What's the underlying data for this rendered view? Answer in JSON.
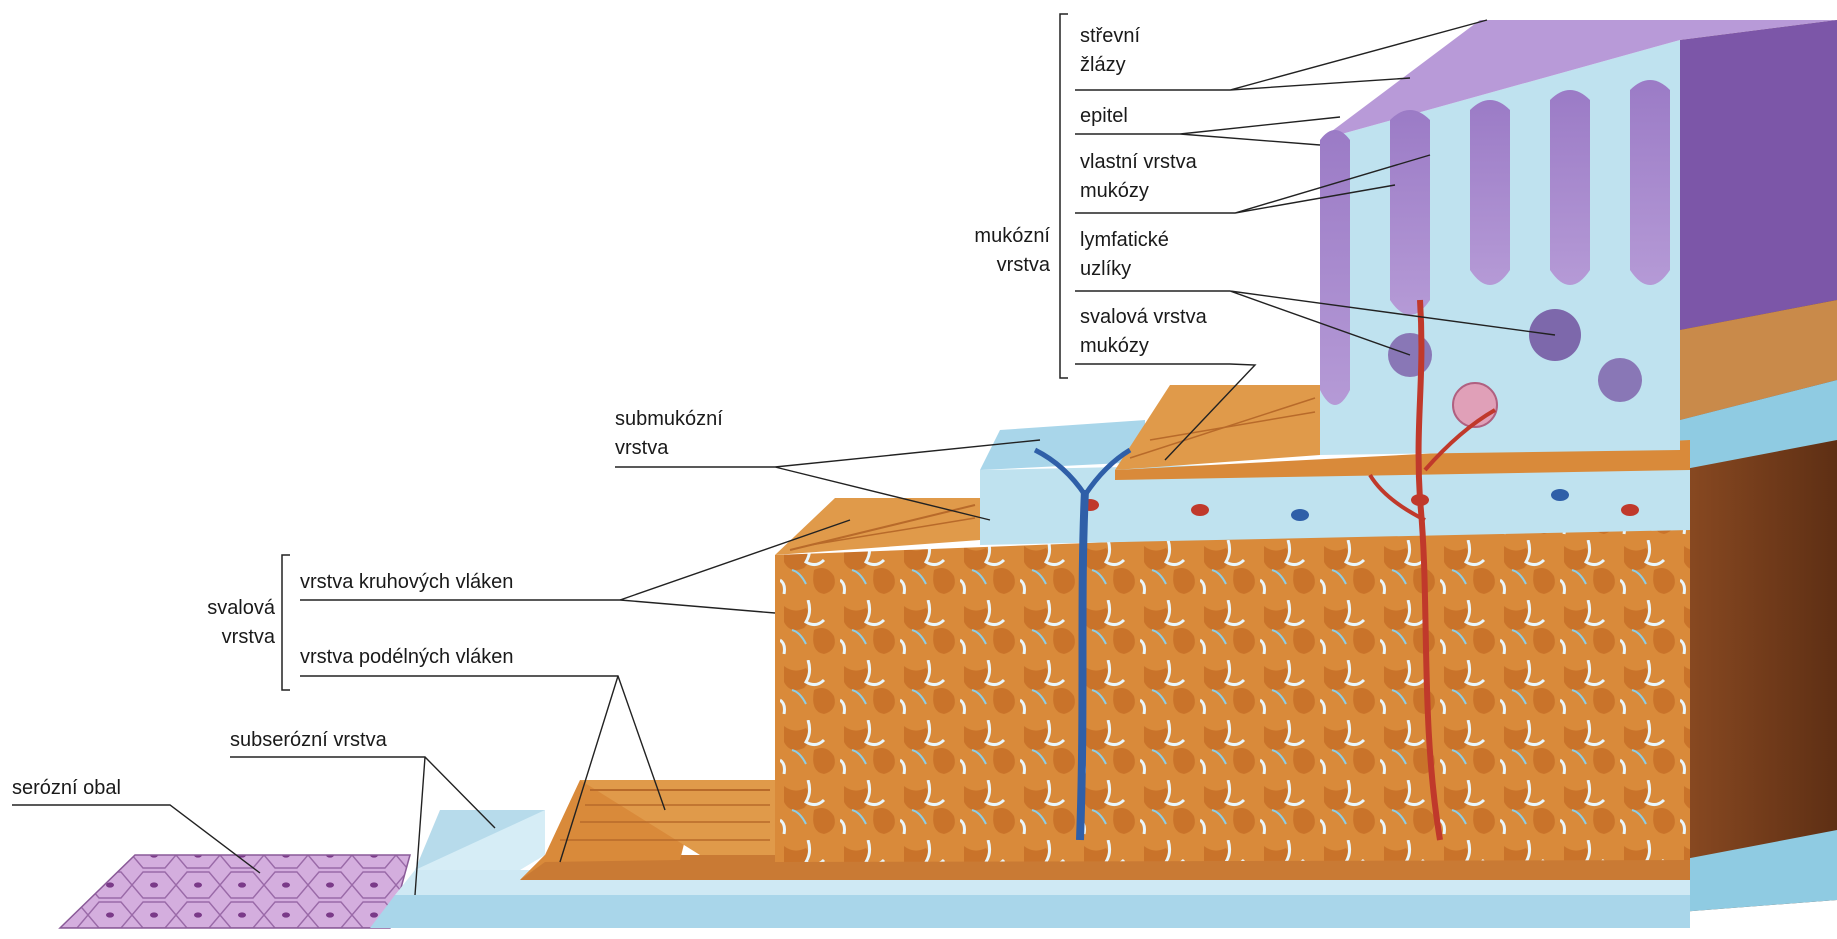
{
  "labels": {
    "strevni_zlazy": [
      "střevní",
      "žlázy"
    ],
    "epitel": [
      "epitel"
    ],
    "vlastni_vrstva": [
      "vlastní vrstva",
      "mukózy"
    ],
    "lymfaticke": [
      "lymfatické",
      "uzlíky"
    ],
    "svalova_mukozy": [
      "svalová vrstva",
      "mukózy"
    ],
    "submukozni": [
      "submukózní",
      "vrstva"
    ],
    "kruhovych": [
      "vrstva kruhových vláken"
    ],
    "podelnych": [
      "vrstva podélných vláken"
    ],
    "subserozni": [
      "subserózní vrstva"
    ],
    "serozni": [
      "serózní obal"
    ]
  },
  "groups": {
    "mukozni": [
      "mukózní",
      "vrstva"
    ],
    "svalova": [
      "svalová",
      "vrstva"
    ]
  },
  "colors": {
    "muscle": "#d98a3a",
    "muscle_dark": "#a85a1e",
    "connective": "#bfe2ef",
    "connective_dark": "#5fb7d6",
    "mucosa": "#a583c9",
    "mucosa_dark": "#6d4a9a",
    "serosa": "#c9a0cf",
    "vessel_blue": "#2f5fa8",
    "vessel_red": "#c0392b",
    "leader": "#222222"
  }
}
